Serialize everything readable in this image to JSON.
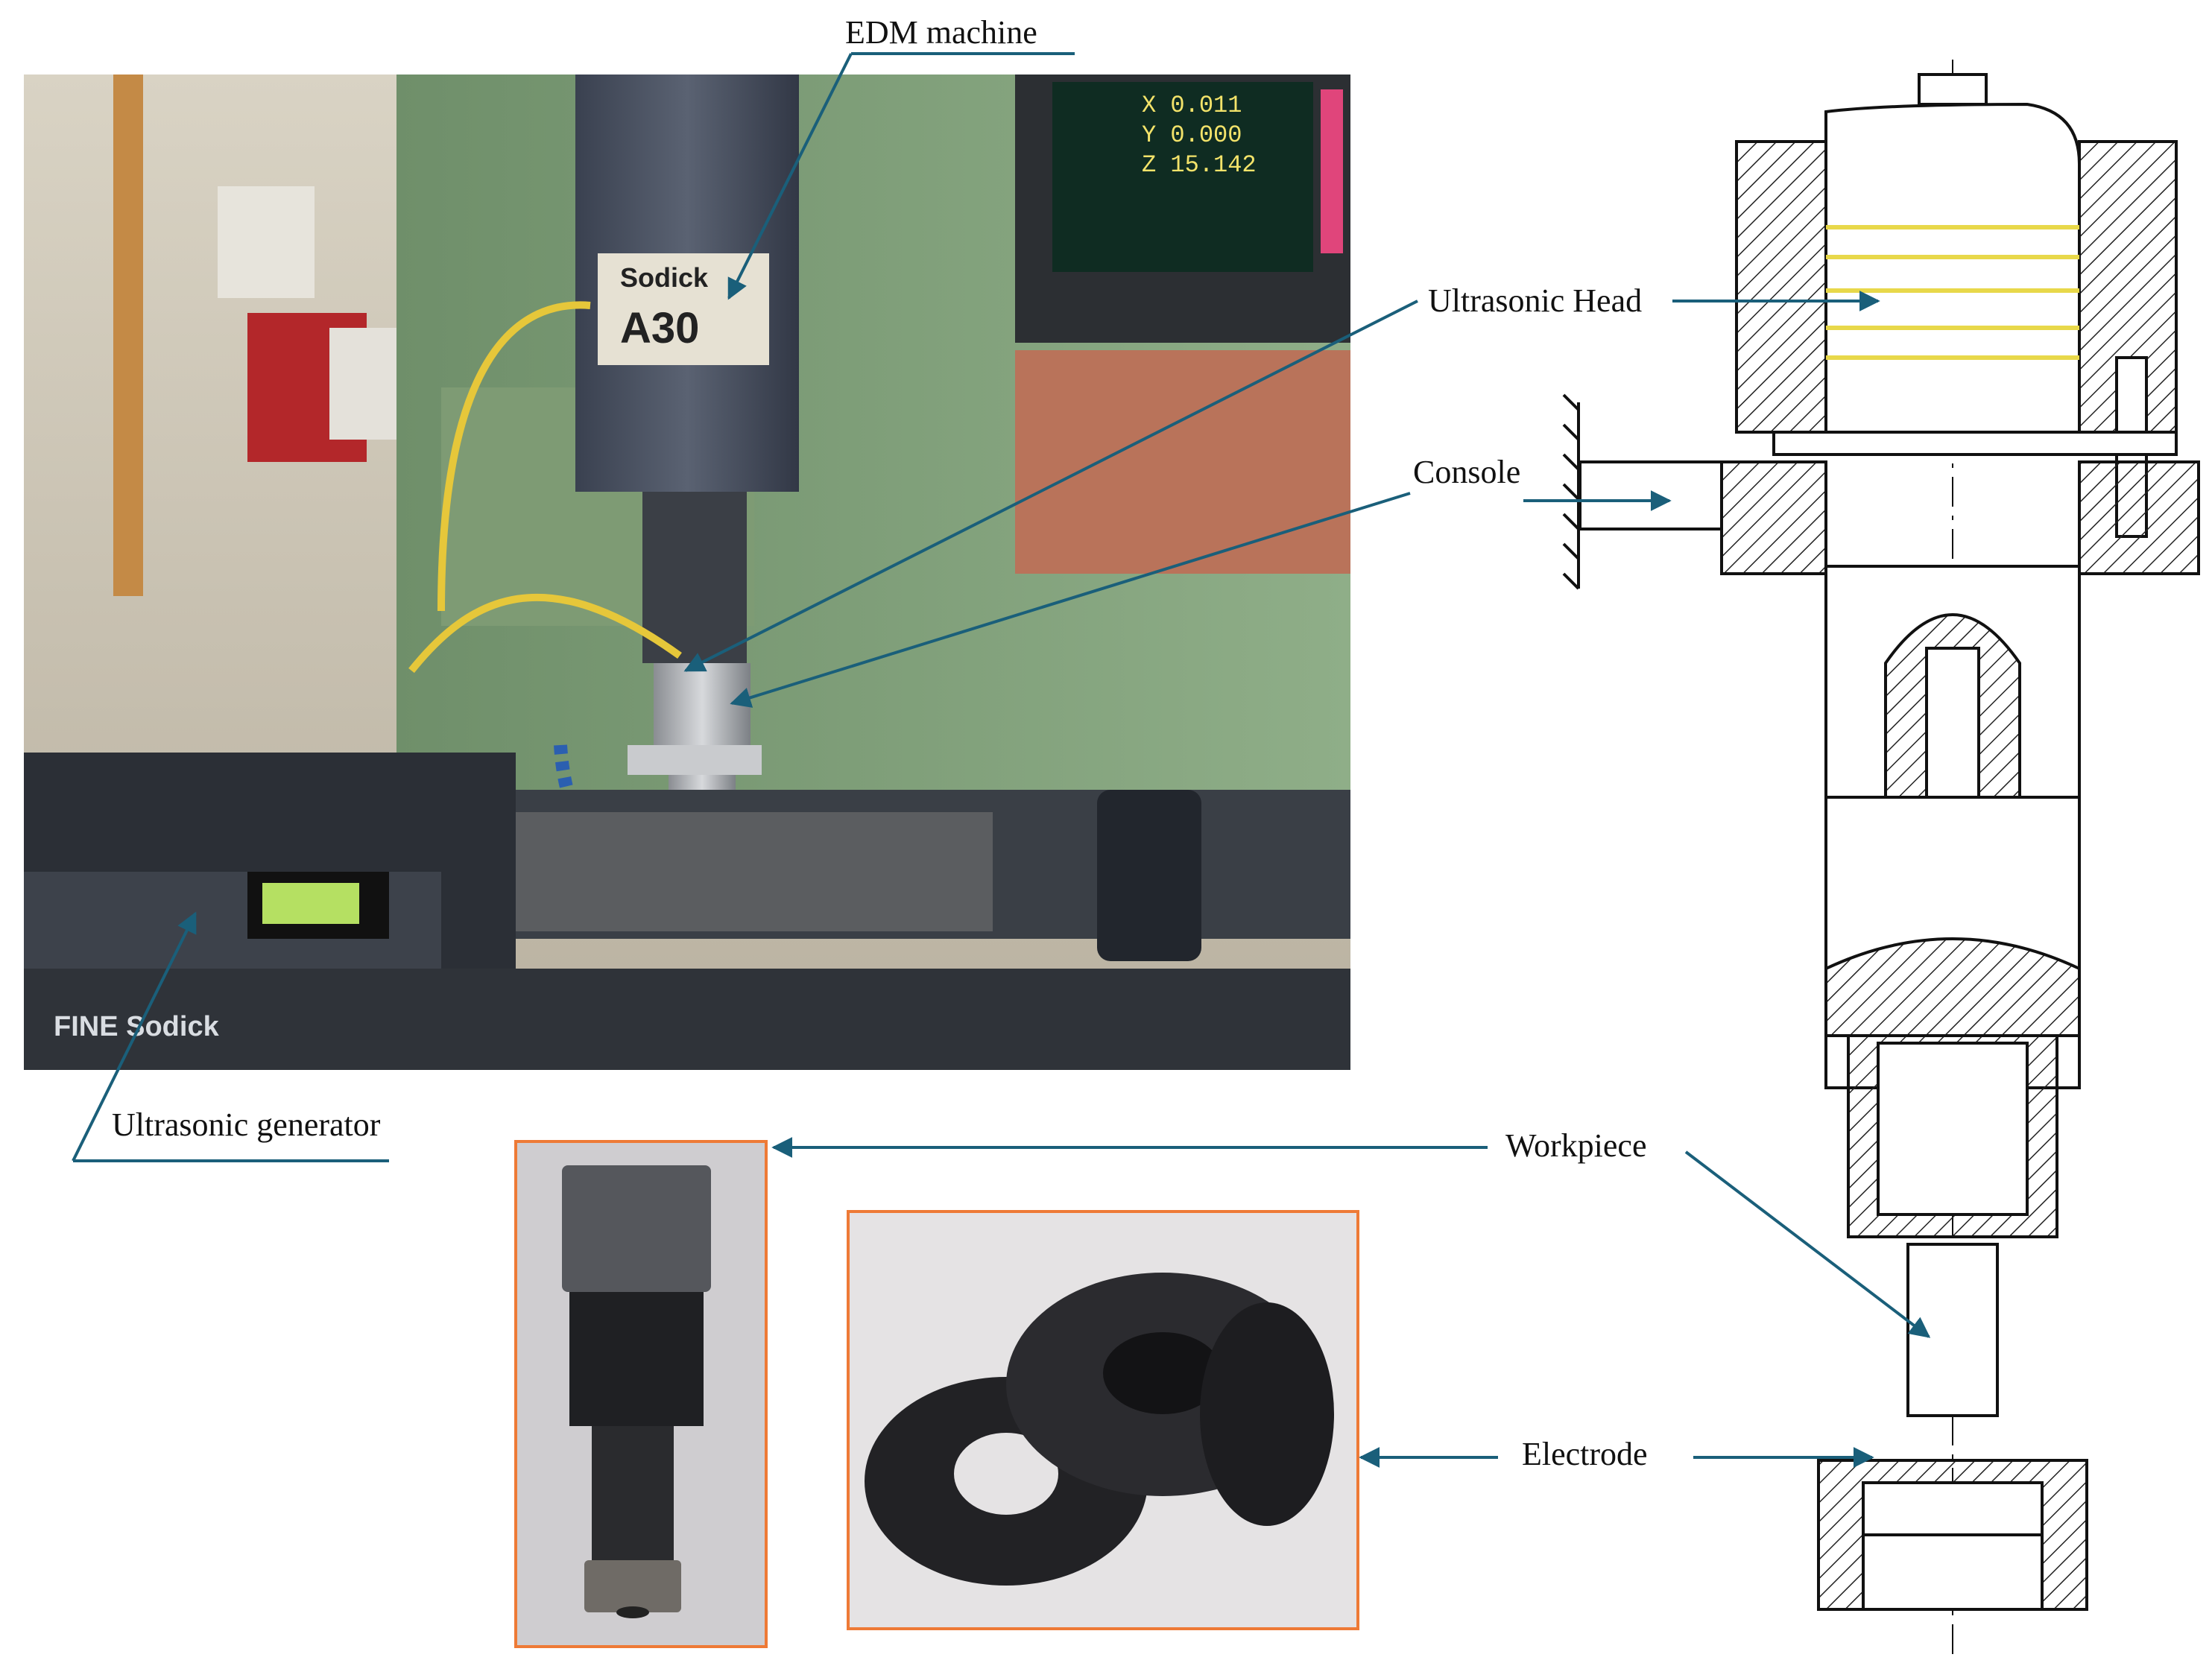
{
  "labels": {
    "edm_machine": "EDM machine",
    "ultrasonic_head": "Ultrasonic Head",
    "console": "Console",
    "ultrasonic_generator": "Ultrasonic generator",
    "workpiece": "Workpiece",
    "electrode": "Electrode"
  },
  "photo_text": {
    "machine_badge_brand": "Sodick",
    "machine_badge_model": "A30",
    "base_brand": "FINE Sodick",
    "screen_readout": [
      "X 0.011",
      "Y 0.000",
      "Z 15.142"
    ]
  },
  "colors": {
    "arrow": "#1a5f7a",
    "inset_border": "#ee7a36",
    "coil": "#e8d84a",
    "hatch": "#222222"
  }
}
